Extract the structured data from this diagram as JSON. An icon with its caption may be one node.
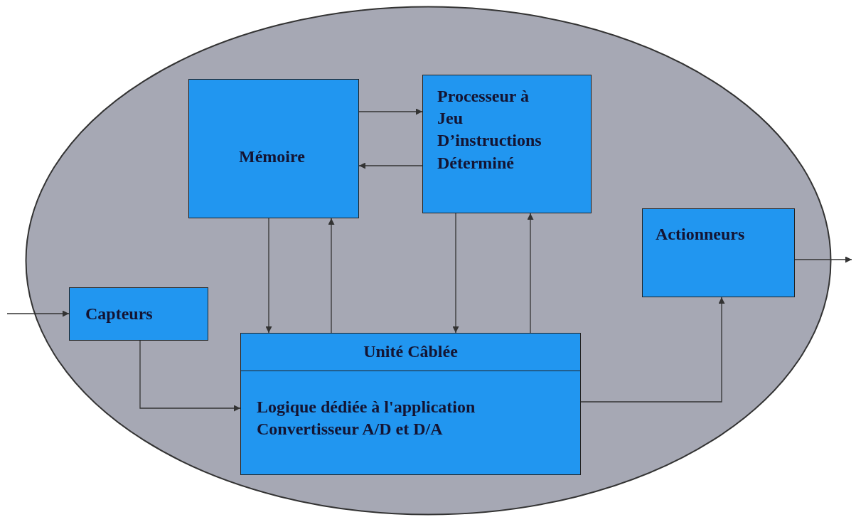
{
  "diagram": {
    "nodes": [
      {
        "text": [],
        "shape": "ellipse"
      },
      {
        "text": [
          "Mémoire"
        ],
        "in": 0
      },
      {
        "text": [
          "Processeur à Jeu D’instructions Déterminé"
        ],
        "in": 0
      },
      {
        "text": [
          "Actionneurs"
        ],
        "in": 0
      },
      {
        "text": [
          "Capteurs"
        ],
        "in": 0
      },
      {
        "text": [
          "Unité Câblée",
          "Logique dédiée à l'application",
          "Convertisseur A/D et D/A"
        ],
        "in": 0
      }
    ],
    "edges": [
      {
        "from": null,
        "to": 4,
        "arrow": "to"
      },
      {
        "from": 3,
        "to": null,
        "arrow": "to"
      },
      {
        "from": 1,
        "to": 2,
        "arrow": "to"
      },
      {
        "from": 2,
        "to": 1,
        "arrow": "to"
      },
      {
        "from": 1,
        "to": 5,
        "arrow": "to"
      },
      {
        "from": 5,
        "to": 1,
        "arrow": "to"
      },
      {
        "from": 2,
        "to": 5,
        "arrow": "to"
      },
      {
        "from": 5,
        "to": 2,
        "arrow": "to"
      },
      {
        "from": 4,
        "to": 5,
        "arrow": "to"
      },
      {
        "from": 5,
        "to": 3,
        "arrow": "to"
      }
    ]
  }
}
